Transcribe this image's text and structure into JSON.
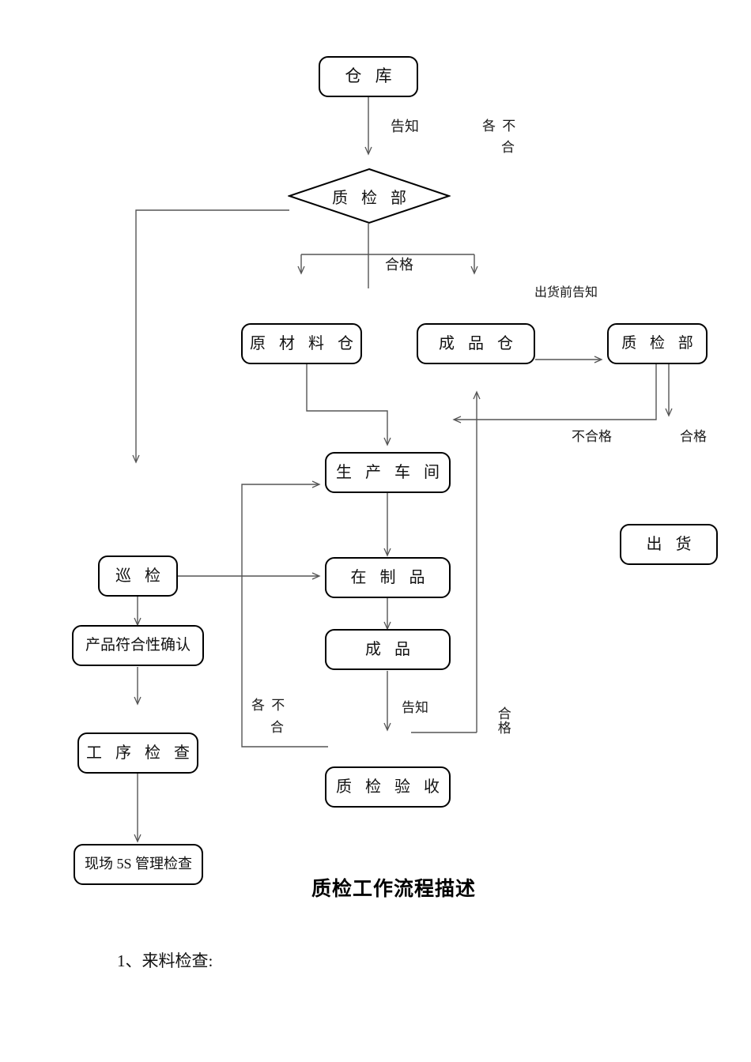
{
  "document": {
    "title_heading": "质检工作流程描述",
    "first_item": "1、来料检查:"
  },
  "nodes": [
    {
      "id": "warehouse",
      "label": "仓  库",
      "shape": "rounded-rect"
    },
    {
      "id": "qc-dept-diamond",
      "label": "质 检 部",
      "shape": "diamond"
    },
    {
      "id": "raw-material",
      "label": "原 材 料 仓",
      "shape": "rounded-rect"
    },
    {
      "id": "finished-store",
      "label": "成 品 仓",
      "shape": "rounded-rect"
    },
    {
      "id": "qc-dept-box",
      "label": "质 检 部",
      "shape": "rounded-rect"
    },
    {
      "id": "shipment",
      "label": "出  货",
      "shape": "rounded-rect"
    },
    {
      "id": "workshop",
      "label": "生 产 车 间",
      "shape": "rounded-rect"
    },
    {
      "id": "wip",
      "label": "在 制 品",
      "shape": "rounded-rect"
    },
    {
      "id": "finished-goods",
      "label": "成  品",
      "shape": "rounded-rect"
    },
    {
      "id": "qc-acceptance",
      "label": "质 检 验 收",
      "shape": "rounded-rect"
    },
    {
      "id": "patrol",
      "label": "巡  检",
      "shape": "rounded-rect"
    },
    {
      "id": "conformity",
      "label": "产品符合性确认",
      "shape": "rounded-rect"
    },
    {
      "id": "process-check",
      "label": "工 序 检 查",
      "shape": "rounded-rect"
    },
    {
      "id": "site-5s",
      "label": "现场 5S 管理检查",
      "shape": "rounded-rect"
    }
  ],
  "edge_labels": {
    "notify_top": "告知",
    "nonconform_top_line1": "各 不",
    "nonconform_top_line2": "合",
    "qualified_split": "合格",
    "notify_before_shipment": "出货前告知",
    "nonconform_right": "不合格",
    "qualified_right": "合格",
    "notify_bottom": "告知",
    "nonconform_mid_line1": "各 不",
    "nonconform_mid_line2": "合",
    "qualified_vertical": [
      "合",
      "格"
    ]
  },
  "colors": {
    "stroke": "#000000",
    "thin_stroke": "#555555",
    "text": "#111111",
    "background": "#ffffff"
  }
}
